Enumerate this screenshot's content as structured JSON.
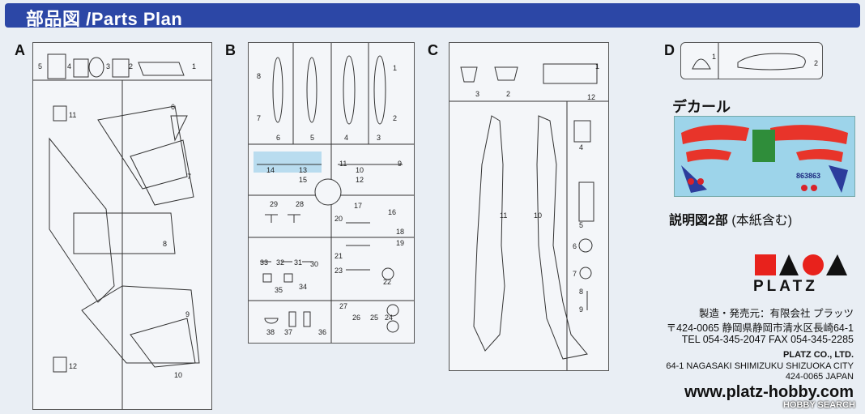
{
  "header": {
    "title": "部品図 /Parts Plan"
  },
  "sprues": {
    "a": {
      "letter": "A",
      "parts": [
        "1",
        "2",
        "3",
        "4",
        "5",
        "6",
        "7",
        "8",
        "9",
        "10",
        "11",
        "12"
      ]
    },
    "b": {
      "letter": "B",
      "parts": [
        "1",
        "2",
        "3",
        "4",
        "5",
        "6",
        "7",
        "8",
        "9",
        "10",
        "11",
        "12",
        "13",
        "14",
        "15",
        "16",
        "17",
        "18",
        "19",
        "20",
        "21",
        "22",
        "23",
        "24",
        "25",
        "26",
        "27",
        "28",
        "29",
        "30",
        "31",
        "32",
        "33",
        "34",
        "35",
        "36",
        "37",
        "38"
      ]
    },
    "c": {
      "letter": "C",
      "parts": [
        "1",
        "2",
        "3",
        "4",
        "5",
        "6",
        "7",
        "8",
        "9",
        "10",
        "11",
        "12"
      ]
    },
    "d": {
      "letter": "D",
      "parts": [
        "1",
        "2"
      ]
    }
  },
  "decal": {
    "title": "デカール",
    "serial": "863863"
  },
  "instructions_note": {
    "main": "説明図2部",
    "sub": "(本紙含む)"
  },
  "brand": {
    "logo_name": "PLATZ",
    "logo_colors": [
      "#e8221c",
      "#111111",
      "#e8221c",
      "#111111"
    ]
  },
  "company": {
    "jp_line1": "製造・発売元：有限会社 プラッツ",
    "jp_line2": "〒424-0065 静岡県静岡市清水区長崎64-1",
    "tel_fax": "TEL 054-345-2047   FAX 054-345-2285",
    "en_name": "PLATZ CO., LTD.",
    "en_addr1": "64-1 NAGASAKI SHIMIZUKU SHIZUOKA CITY",
    "en_addr2": "424-0065 JAPAN"
  },
  "url": "www.platz-hobby.com",
  "watermark": "HOBBY SEARCH"
}
